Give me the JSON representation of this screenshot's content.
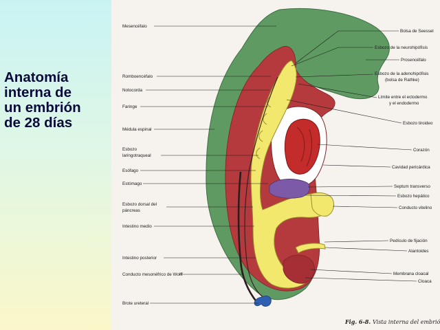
{
  "slide_title": [
    "Anatomía",
    "interna de",
    "un embrión",
    "de 28 días"
  ],
  "caption": {
    "fig": "Fig. 6-8.",
    "text": "Vista interna del embrión d"
  },
  "labels_left": [
    "Mesencéfalo",
    "Romboencéfalo",
    "Notocorda",
    "Faringe",
    "Médula espinal",
    "Esbozo",
    "laringotraqueal",
    "Esófago",
    "Estómago",
    "Esbozo dorsal del",
    "páncreas",
    "Intestino medio",
    "Intestino posterior",
    "Conducto mesonéfrico de Wolff",
    "Brote ureteral"
  ],
  "labels_right": [
    "Bolsa de Seessel",
    "Esbozo de la neurohipófisis",
    "Prosencéfalo",
    "Esbozo de la adenohipófisis",
    "(bolsa de Rathke)",
    "Límite entre el ectodermo",
    "y el endodermo",
    "Esbozo tiroideo",
    "Corazón",
    "Cavidad pericárdica",
    "Septum transverso",
    "Esbozo hepático",
    "Conducto vitelino",
    "Pedículo de fijación",
    "Alantoides",
    "Membrana cloacal",
    "Cloaca"
  ],
  "colors": {
    "ectoderm": "#5f9a63",
    "mesoderm": "#b53a3d",
    "endoderm": "#f2e86e",
    "heart": "#c42b2b",
    "septum": "#7c5aa8",
    "ureter": "#2f5fb0"
  }
}
